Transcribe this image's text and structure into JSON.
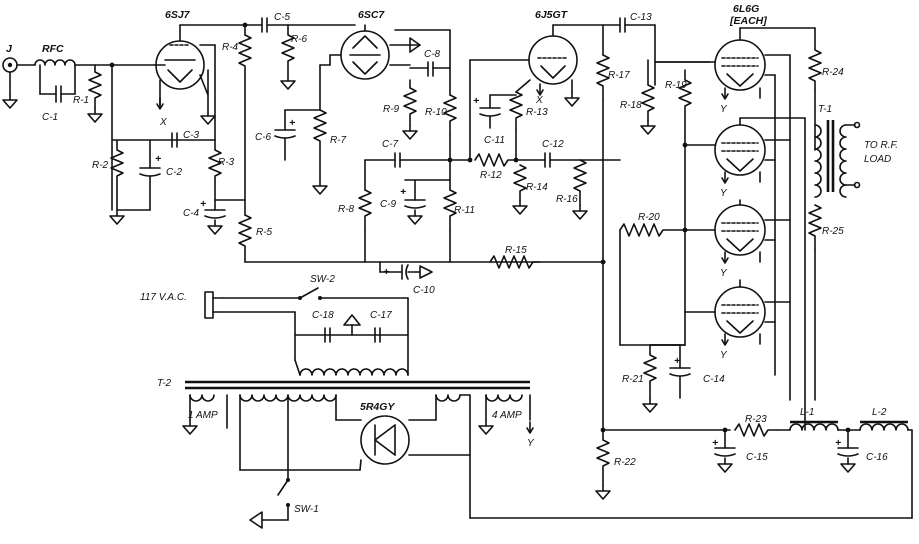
{
  "labels": {
    "J": "J",
    "RFC": "RFC",
    "C1": "C-1",
    "R1": "R-1",
    "R2": "R-2",
    "C2": "C-2",
    "C3": "C-3",
    "R3": "R-3",
    "C4": "C-4",
    "R4": "R-4",
    "C5": "C-5",
    "R5": "R-5",
    "R6": "R-6",
    "C6": "C-6",
    "R7": "R-7",
    "R9": "R-9",
    "C8": "C-8",
    "R10": "R-10",
    "C7": "C-7",
    "R8": "R-8",
    "C9": "C-9",
    "R11": "R-11",
    "R12": "R-12",
    "R13": "R-13",
    "C11": "C-11",
    "C12": "C-12",
    "R14": "R-14",
    "R16": "R-16",
    "R15": "R-15",
    "C10": "C-10",
    "C13": "C-13",
    "R17": "R-17",
    "R18": "R-18",
    "R19": "R-19",
    "R20": "R-20",
    "R21": "R-21",
    "C14": "C-14",
    "R22": "R-22",
    "R23": "R-23",
    "L1": "L-1",
    "L2": "L-2",
    "C15": "C-15",
    "C16": "C-16",
    "R24": "R-24",
    "R25": "R-25",
    "T1": "T-1",
    "T2": "T-2",
    "C17": "C-17",
    "C18": "C-18",
    "SW1": "SW-1",
    "SW2": "SW-2"
  },
  "tubes": {
    "v1": "6SJ7",
    "v2": "6SC7",
    "v3": "6J5GT",
    "v4": "6L6G",
    "v4_note": "[EACH]",
    "rect": "5R4GY"
  },
  "notes": {
    "vac": "117 V.A.C.",
    "load1": "TO R.F.",
    "load2": "LOAD",
    "amp1": "1 AMP",
    "amp4": "4 AMP"
  },
  "markers": {
    "x": "X",
    "y": "Y",
    "plus": "+"
  }
}
